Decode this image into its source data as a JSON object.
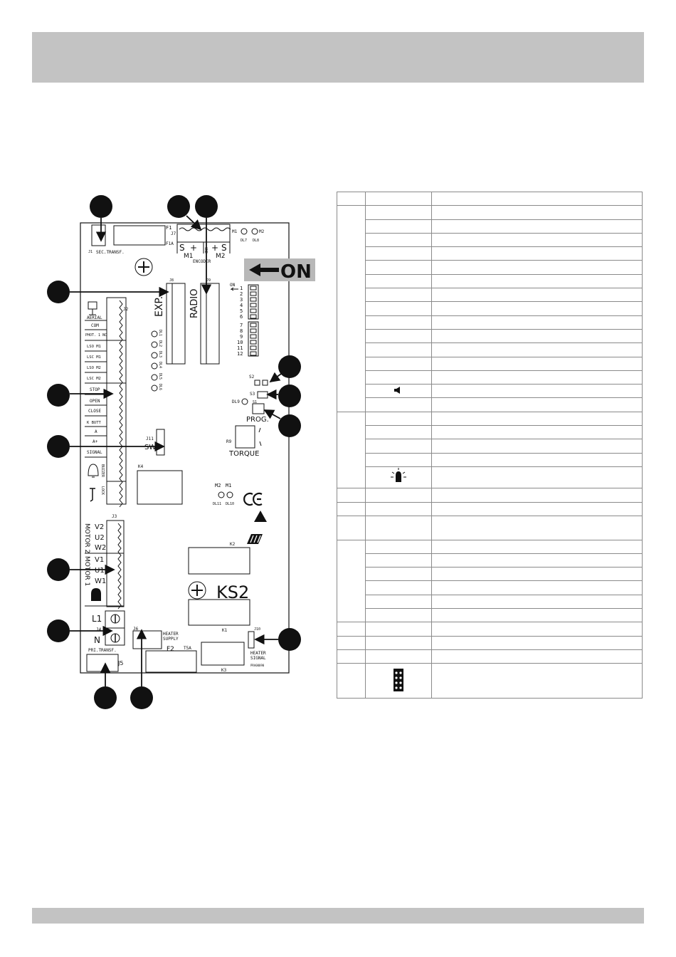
{
  "on_label": "ON",
  "board": {
    "model": "KS2",
    "fuses": {
      "f1": "F1",
      "f1a": "F1A",
      "f2": "F2",
      "t5a": "T5A"
    },
    "connectors": {
      "j1": "J1",
      "j2": "J2",
      "j3": "J3",
      "j4": "J4",
      "j5": "J5",
      "j6": "J6",
      "j7": "J7",
      "j8": "J8",
      "j9": "J9",
      "j10": "J10",
      "j11": "J11"
    },
    "labels": {
      "sec_transf": "SEC.TRANSF.",
      "pri_transf": "PRI.TRANSF.",
      "m1": "M1",
      "m2": "M2",
      "encoder": "ENCODER",
      "s": "S",
      "plus": "+",
      "gnd": "GND",
      "dl7": "DL7",
      "dl8": "DL8",
      "dl9": "DL9",
      "dl10": "DL10",
      "dl11": "DL11",
      "exp": "EXP.",
      "radio": "RADIO",
      "on_small": "ON",
      "s1": "S1",
      "s2": "S2",
      "s3": "S3",
      "prog": "PROG.",
      "r9": "R9",
      "torque": "TORQUE",
      "sw": "SW",
      "k1": "K1",
      "k2": "K2",
      "k3": "K3",
      "k4": "K4",
      "heater_supply_1": "HEATER",
      "heater_supply_2": "SUPPLY",
      "heater_signal_1": "HEATER",
      "heater_signal_2": "SIGNAL",
      "l1": "L1",
      "n": "N",
      "code": "PRA00090"
    },
    "dip_numbers": [
      "1",
      "2",
      "3",
      "4",
      "5",
      "6",
      "7",
      "8",
      "9",
      "10",
      "11",
      "12"
    ],
    "led_labels": [
      "DL1",
      "DL2",
      "DL3",
      "DL4",
      "DL5",
      "DL6"
    ],
    "j2_terminals": [
      "AERIAL",
      "COM",
      "PHOT. 1 NC",
      "LSO M1",
      "LSC M1",
      "LSO M2",
      "LSC M2",
      "STOP",
      "OPEN",
      "CLOSE",
      "K BUTT",
      "A",
      "A+",
      "SIGNAL",
      "BUZZER",
      "LOCK"
    ],
    "j3_terminals": [
      "V2",
      "U2",
      "W2",
      "V1",
      "U1",
      "W1"
    ],
    "motor_labels": {
      "motor2": "MOTOR 2",
      "motor1": "MOTOR 1"
    }
  }
}
